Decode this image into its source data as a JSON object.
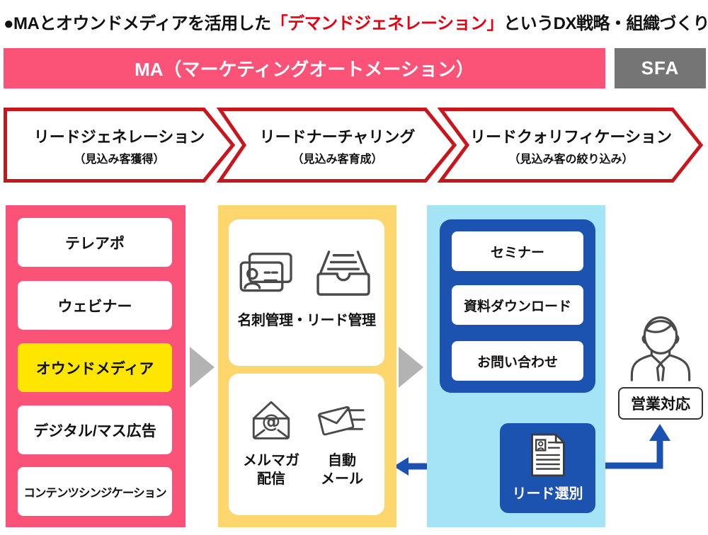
{
  "title": {
    "prefix": "●MAとオウンドメディアを活用した",
    "highlight": "「デマンドジェネレーション」",
    "suffix": "というDX戦略・組織づくり"
  },
  "banner": {
    "ma": "MA（マーケティングオートメーション）",
    "sfa": "SFA"
  },
  "funnel": [
    {
      "label": "リードジェネレーション",
      "sublabel": "（見込み客獲得）"
    },
    {
      "label": "リードナーチャリング",
      "sublabel": "（見込み客育成）"
    },
    {
      "label": "リードクォリフィケーション",
      "sublabel": "（見込み客の絞り込み）"
    }
  ],
  "lead_generation": {
    "items": [
      {
        "label": "テレアポ",
        "highlighted": false
      },
      {
        "label": "ウェビナー",
        "highlighted": false
      },
      {
        "label": "オウンドメディア",
        "highlighted": true
      },
      {
        "label": "デジタル/マス広告",
        "highlighted": false
      },
      {
        "label": "コンテンツシンジケーション",
        "highlighted": false
      }
    ]
  },
  "nurturing": {
    "card1": {
      "label": "名刺管理・リード管理",
      "icons": [
        "business-cards-icon",
        "card-tray-icon"
      ]
    },
    "card2": {
      "items": [
        {
          "lines": [
            "メルマガ",
            "配信"
          ],
          "icon": "mail-magazine-icon"
        },
        {
          "lines": [
            "自動",
            "メール"
          ],
          "icon": "auto-mail-icon"
        }
      ]
    }
  },
  "qualification": {
    "channels": [
      "セミナー",
      "資料ダウンロード",
      "お問い合わせ"
    ],
    "lead_selection": "リード選別",
    "lead_selection_icon": "lead-document-icon"
  },
  "sales": {
    "label": "営業対応",
    "icon": "businessman-icon"
  },
  "colors": {
    "pink": "#fb5278",
    "title_red": "#e50012",
    "chevron_red": "#c9161d",
    "yellow_panel": "#fdd76e",
    "highlight_yellow": "#ffe600",
    "light_blue": "#a5e3f7",
    "dark_blue": "#1c52b0",
    "sfa_gray": "#757575",
    "arrow_gray": "#b3b3b3"
  }
}
